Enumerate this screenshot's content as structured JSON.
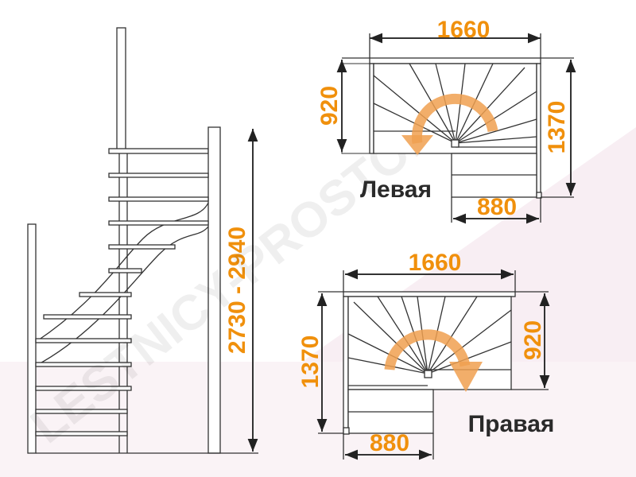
{
  "elevation": {
    "height_label": "2730 - 2940"
  },
  "left_plan": {
    "title": "Левая",
    "width_label": "1660",
    "short_side_label": "920",
    "long_side_label": "1370",
    "bottom_label": "880"
  },
  "right_plan": {
    "title": "Правая",
    "width_label": "1660",
    "short_side_label": "920",
    "long_side_label": "1370",
    "bottom_label": "880"
  },
  "watermark": "LESTNICY-PROSTO.RU",
  "colors": {
    "dimension": "#f0900c",
    "arrow": "#f0a050",
    "line": "#333333",
    "background_tint": "#f8eef3"
  }
}
